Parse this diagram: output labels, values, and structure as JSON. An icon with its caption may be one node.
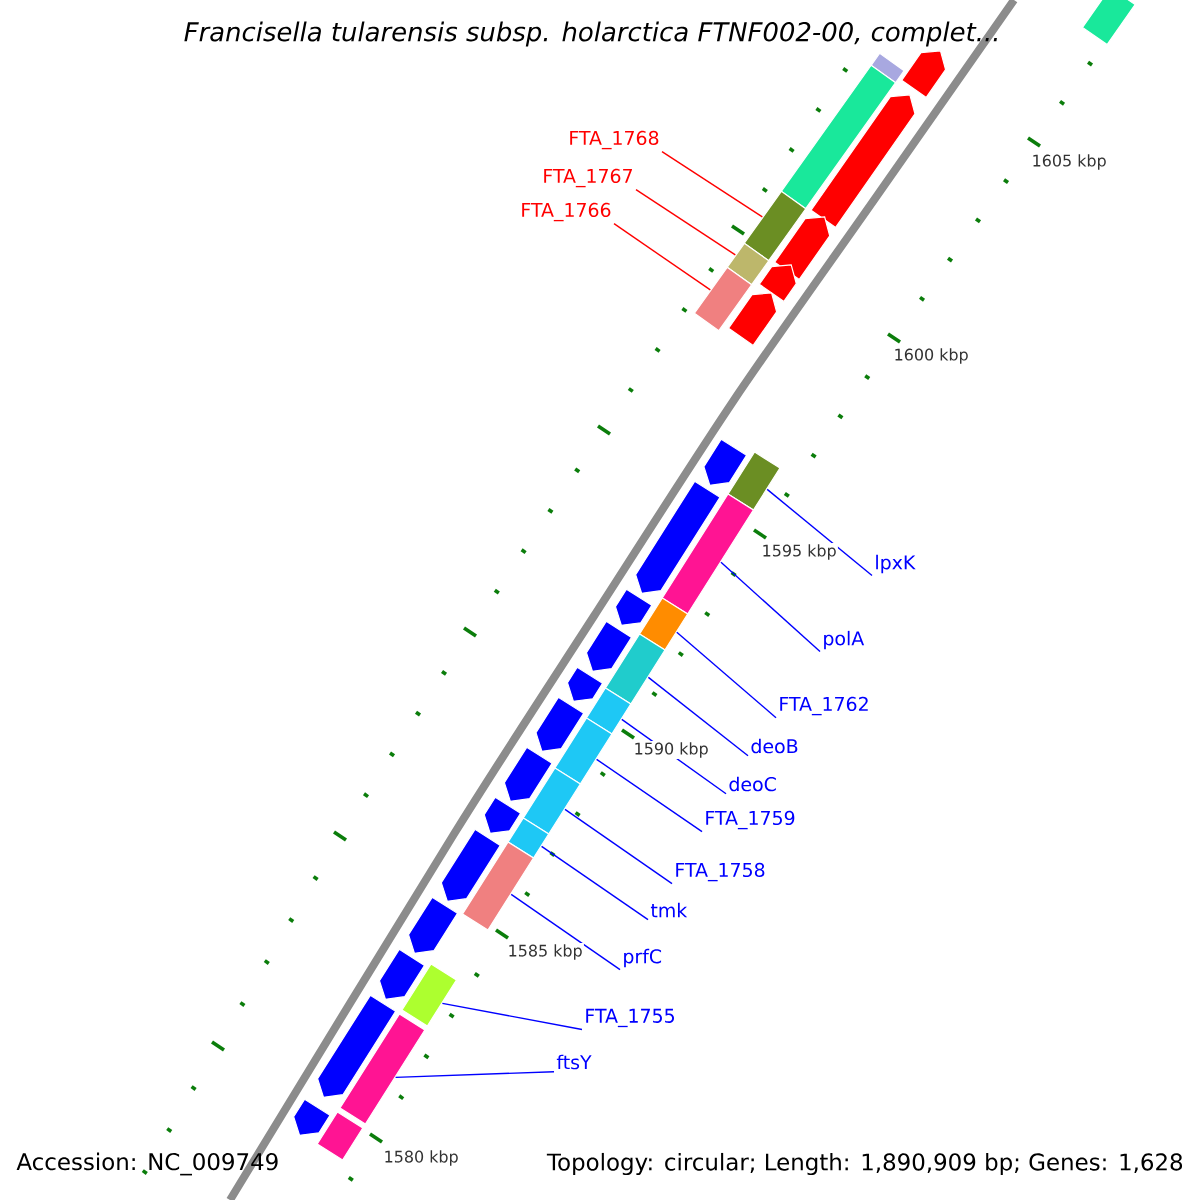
{
  "diagram": {
    "title": "Francisella tularensis subsp. holarctica FTNF002-00, complet...",
    "nodes": [
      {
        "text": [
          "FTA_1768"
        ]
      },
      {
        "text": [
          "FTA_1767"
        ]
      },
      {
        "text": [
          "FTA_1766"
        ]
      },
      {
        "text": [
          "lpxK"
        ]
      },
      {
        "text": [
          "polA"
        ]
      },
      {
        "text": [
          "FTA_1762"
        ]
      },
      {
        "text": [
          "deoB"
        ]
      },
      {
        "text": [
          "deoC"
        ]
      },
      {
        "text": [
          "FTA_1759"
        ]
      },
      {
        "text": [
          "FTA_1758"
        ]
      },
      {
        "text": [
          "tmk"
        ]
      },
      {
        "text": [
          "prfC"
        ]
      },
      {
        "text": [
          "FTA_1755"
        ]
      },
      {
        "text": [
          "ftsY"
        ]
      },
      {
        "text": [],
        "shape": "box"
      },
      {
        "text": [],
        "shape": "box"
      },
      {
        "text": [],
        "shape": "pentagon"
      },
      {
        "text": [],
        "shape": "box"
      },
      {
        "text": [],
        "shape": "pentagon"
      },
      {
        "text": [],
        "shape": "box"
      },
      {
        "text": [],
        "shape": "pentagon"
      },
      {
        "text": [],
        "shape": "box"
      },
      {
        "text": [],
        "shape": "pentagon"
      },
      {
        "text": [],
        "shape": "box"
      },
      {
        "text": [],
        "shape": "pentagon"
      },
      {
        "text": [],
        "shape": "pentagon"
      },
      {
        "text": [],
        "shape": "box"
      },
      {
        "text": [],
        "shape": "pentagon"
      },
      {
        "text": [],
        "shape": "box"
      },
      {
        "text": [],
        "shape": "pentagon"
      },
      {
        "text": [],
        "shape": "box"
      },
      {
        "text": [],
        "shape": "pentagon"
      },
      {
        "text": [],
        "shape": "box"
      },
      {
        "text": [],
        "shape": "pentagon"
      },
      {
        "text": [],
        "shape": "box"
      },
      {
        "text": [],
        "shape": "pentagon"
      },
      {
        "text": [],
        "shape": "box"
      },
      {
        "text": [],
        "shape": "pentagon"
      },
      {
        "text": [],
        "shape": "box"
      },
      {
        "text": [],
        "shape": "pentagon"
      },
      {
        "text": [],
        "shape": "box"
      },
      {
        "text": [],
        "shape": "pentagon"
      },
      {
        "text": [],
        "shape": "box"
      },
      {
        "text": [],
        "shape": "pentagon"
      },
      {
        "text": [],
        "shape": "pentagon"
      },
      {
        "text": [],
        "shape": "box"
      },
      {
        "text": [],
        "shape": "pentagon"
      },
      {
        "text": [],
        "shape": "box"
      },
      {
        "text": [],
        "shape": "pentagon"
      },
      {
        "text": [],
        "shape": "box"
      }
    ],
    "edges": [
      {
        "from": 0,
        "to": 19,
        "arrow": "none",
        "color": "#ff0000"
      },
      {
        "from": 1,
        "to": 21,
        "arrow": "none",
        "color": "#ff0000"
      },
      {
        "from": 2,
        "to": 23,
        "arrow": "none",
        "color": "#ff0000"
      },
      {
        "from": 3,
        "to": 26,
        "arrow": "none"
      },
      {
        "from": 4,
        "to": 28,
        "arrow": "none"
      },
      {
        "from": 5,
        "to": 30,
        "arrow": "none"
      },
      {
        "from": 6,
        "to": 32,
        "arrow": "none"
      },
      {
        "from": 7,
        "to": 34,
        "arrow": "none"
      },
      {
        "from": 8,
        "to": 36,
        "arrow": "none"
      },
      {
        "from": 9,
        "to": 38,
        "arrow": "none"
      },
      {
        "from": 10,
        "to": 40,
        "arrow": "none"
      },
      {
        "from": 11,
        "to": 42,
        "arrow": "none"
      },
      {
        "from": 12,
        "to": 45,
        "arrow": "none"
      },
      {
        "from": 13,
        "to": 47,
        "arrow": "none"
      }
    ],
    "labels": [
      "1605 kbp",
      "1600 kbp",
      "1595 kbp",
      "1590 kbp",
      "1585 kbp",
      "1580 kbp",
      "Accession: NC_009749",
      "Topology: circular; Length: 1,890,909 bp; Genes: 1,628"
    ]
  }
}
